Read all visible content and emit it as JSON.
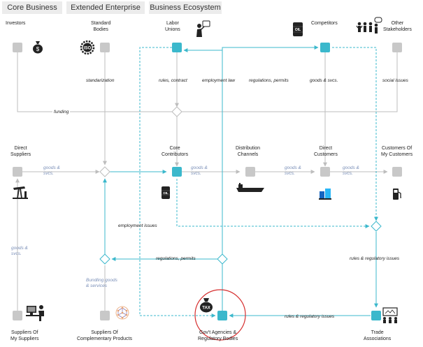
{
  "tabs": [
    "Core Business",
    "Extended Enterprise",
    "Business Ecosystem"
  ],
  "nodes": {
    "investors": "Investors",
    "standard_bodies": "Standard\nBodies",
    "labor_unions": "Labor\nUnions",
    "competitors": "Competitors",
    "other_stakeholders": "Other\nStakeholders",
    "direct_suppliers": "Direct\nSuppliers",
    "core_contributors": "Core\nContributors",
    "distribution_channels": "Distribution\nChannels",
    "direct_customers": "Direct\nCustomers",
    "customers_of_customers": "Customers Of\nMy Customers",
    "suppliers_of_suppliers": "Suppliers Of\nMy Suppliers",
    "suppliers_complementary": "Suppliers Of\nComplementary Products",
    "govt_agencies": "Gov't Agencies &\nRegulatory Bodies",
    "trade_associations": "Trade\nAssociations"
  },
  "edges": {
    "standardization": "standarization",
    "rules_contract": "rules, contract",
    "employment_law": "employment law",
    "regulations_permits_top": "regulations, permits",
    "goods_svcs_top": "goods & svcs.",
    "social_issues": "social issues",
    "funding": "funding",
    "goods_svcs_supplier": "goods &\nsvcs.",
    "goods_svcs_core": "goods &\nsvcs.",
    "goods_svcs_dist": "goods &\nsvcs.",
    "goods_svcs_cust": "goods &\nsvcs.",
    "employment_issues": "employment issues",
    "goods_svcs_left": "goods &\nsvcs.",
    "regulations_permits_mid": "regulations, permits",
    "rules_regulatory_right": "rules & regulatory issues",
    "bundling": "Bundling goods\n& services",
    "rules_regulatory_bottom": "rules & regulatory issues"
  },
  "icons": {
    "investors": "money-bag-icon",
    "standard_bodies": "iso-gear-icon",
    "labor_unions": "speaker-icon",
    "competitors": "oil-barrel-icon",
    "other_stakeholders": "protest-group-icon",
    "direct_suppliers": "oil-pump-icon",
    "core_contributors": "oil-barrel-icon",
    "distribution_channels": "tanker-ship-icon",
    "direct_customers": "storage-tanks-icon",
    "customers_of_customers": "fuel-pump-icon",
    "suppliers_of_suppliers": "worker-computer-icon",
    "suppliers_complementary": "network-cube-icon",
    "govt_agencies": "tax-bag-icon",
    "trade_associations": "conference-icon"
  },
  "iso_text": "ISO",
  "oil_text": "OIL",
  "tax_text": "TAX",
  "colors": {
    "teal": "#3bb8cc",
    "grey_node": "#c8c8c8",
    "grey_line": "#bdbdbd",
    "highlight_circle": "#d62f2f"
  }
}
